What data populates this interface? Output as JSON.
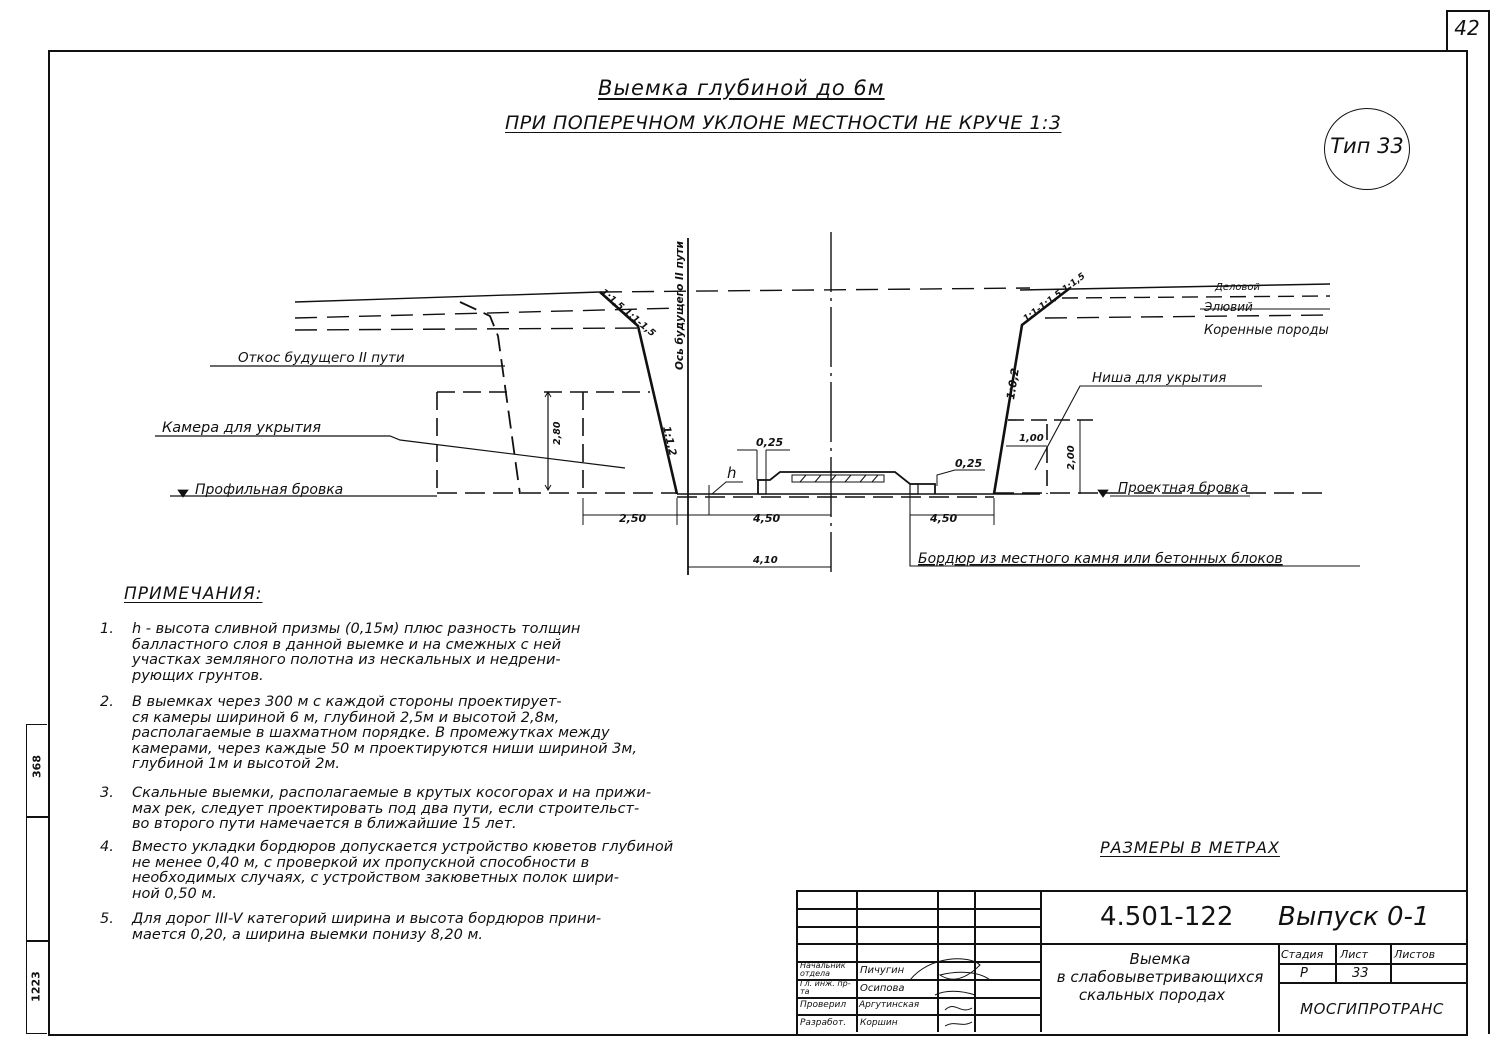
{
  "sheet": {
    "page_number": "42",
    "type_badge": "Тип 33",
    "title_line1": "Выемка глубиной до 6м",
    "title_line2": "при поперечном уклоне местности не круче 1:3",
    "units_note": "Размеры в метрах"
  },
  "drawing": {
    "labels": {
      "future_slope": "Откос будущего II пути",
      "shelter_chamber": "Камера для укрытия",
      "profile_edge_left": "Профильная бровка",
      "future_track_axis": "Ось будущего II пути",
      "soil_layer_top": "Деловой",
      "eluvium": "Элювий",
      "bedrock": "Коренные породы",
      "shelter_niche": "Ниша для укрытия",
      "design_edge_right": "Проектная бровка",
      "border_stone": "Бордюр из местного камня или бетонных блоков",
      "h_mark": "h"
    },
    "slopes": {
      "left_upper": "1:1,5 1:1-1,5",
      "left_lower": "1:1,2",
      "right_upper": "1:1-1:1,5 1:1,5",
      "right_lower": "1:0,2"
    },
    "dimensions": {
      "chamber_height": "2,80",
      "niche_depth": "1,00",
      "niche_height": "2,00",
      "border_left": "0,25",
      "border_right": "0,25",
      "width_left": "2,50",
      "width_mid": "4,50",
      "width_right": "4,50",
      "axis_offset": "4,10"
    }
  },
  "notes": {
    "heading": "Примечания:",
    "items": [
      {
        "num": "1.",
        "lines": [
          "h - высота сливной призмы (0,15м) плюс разность толщин",
          "балластного слоя в данной выемке и на смежных с ней",
          "участках земляного полотна из нескальных и недрени-",
          "рующих грунтов."
        ]
      },
      {
        "num": "2.",
        "lines": [
          "В выемках через 300 м с каждой стороны проектирует-",
          "ся камеры шириной 6 м, глубиной 2,5м и высотой 2,8м,",
          "располагаемые в шахматном порядке. В промежутках между",
          "камерами, через каждые 50 м проектируются ниши шириной 3м,",
          "глубиной 1м и высотой 2м."
        ]
      },
      {
        "num": "3.",
        "lines": [
          "Скальные выемки, располагаемые в крутых косогорах и на прижи-",
          "мах рек, следует проектировать под два пути, если строительст-",
          "во второго пути намечается в ближайшие 15 лет."
        ]
      },
      {
        "num": "4.",
        "lines": [
          "Вместо укладки бордюров допускается устройство кюветов глубиной",
          "не менее 0,40 м, с проверкой их пропускной способности в",
          "необходимых случаях, с устройством закюветных полок шири-",
          "ной 0,50 м."
        ]
      },
      {
        "num": "5.",
        "lines": [
          "Для дорог III-V категорий ширина и высота бордюров прини-",
          "мается 0,20, а ширина выемки понизу 8,20 м."
        ]
      }
    ]
  },
  "title_block": {
    "code": "4.501-122",
    "issue": "Выпуск 0-1",
    "name_line1": "Выемка",
    "name_line2": "в слабовыветривающихся",
    "name_line3": "скальных породах",
    "stage_label": "Стадия",
    "sheet_label": "Лист",
    "sheets_label": "Листов",
    "stage_value": "Р",
    "sheet_value": "33",
    "sheets_value": "",
    "organization": "Мосгипротранс",
    "signatures": [
      {
        "role": "Начальник отдела",
        "name": "Пичугин"
      },
      {
        "role": "Гл. инж. пр-та",
        "name": "Осипова"
      },
      {
        "role": "Проверил",
        "name": "Аргутинская"
      },
      {
        "role": "Разработ.",
        "name": "Коршин"
      }
    ]
  },
  "margin": {
    "inventory_top": "368",
    "inventory_bottom": "1223"
  }
}
